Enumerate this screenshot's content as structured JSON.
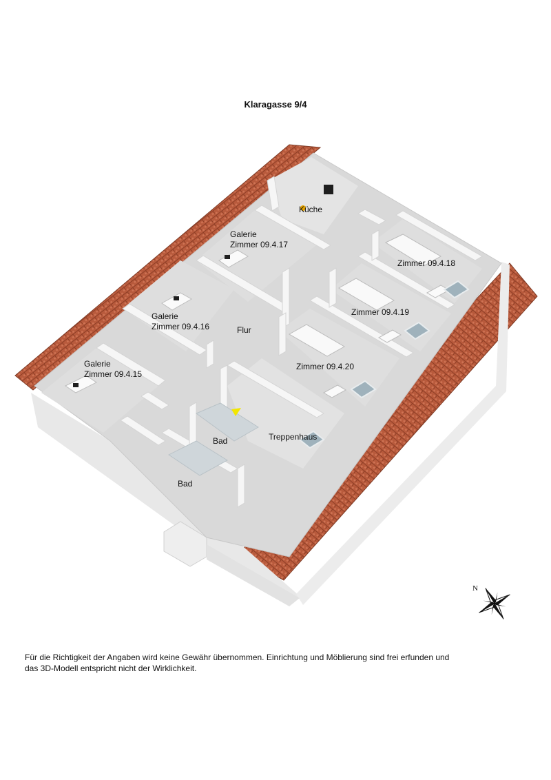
{
  "title": "Klaragasse 9/4",
  "rooms": [
    {
      "id": "kueche",
      "label": "Küche"
    },
    {
      "id": "galerie-17",
      "label": "Galerie\nZimmer 09.4.17"
    },
    {
      "id": "galerie-16",
      "label": "Galerie\nZimmer 09.4.16"
    },
    {
      "id": "galerie-15",
      "label": "Galerie\nZimmer 09.4.15"
    },
    {
      "id": "flur",
      "label": "Flur"
    },
    {
      "id": "zimmer-18",
      "label": "Zimmer 09.4.18"
    },
    {
      "id": "zimmer-19",
      "label": "Zimmer 09.4.19"
    },
    {
      "id": "zimmer-20",
      "label": "Zimmer 09.4.20"
    },
    {
      "id": "treppenhaus",
      "label": "Treppenhaus"
    },
    {
      "id": "bad-1",
      "label": "Bad"
    },
    {
      "id": "bad-2",
      "label": "Bad"
    }
  ],
  "compass": {
    "label": "N"
  },
  "disclaimer": "Für die Richtigkeit der Angaben wird keine Gewähr übernommen. Einrichtung und Möblierung sind frei erfunden und das 3D-Modell entspricht nicht der Wirklichkeit.",
  "colors": {
    "roof": "#b85a3c",
    "floor": "#d9d9d9",
    "wall": "#f4f4f4",
    "window": "#9fb2bc",
    "marker": "#f2e600"
  }
}
